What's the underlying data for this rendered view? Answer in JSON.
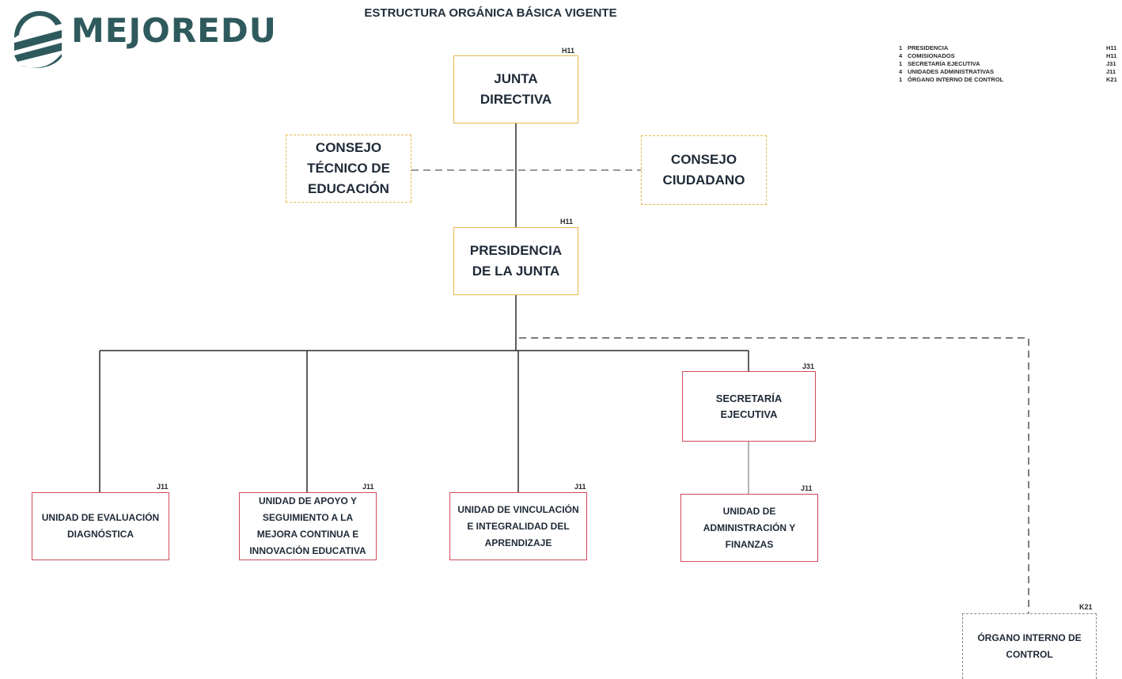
{
  "logo": {
    "word": "MEJOREDU",
    "subtitle": ""
  },
  "title": "ESTRUCTURA ORGÁNICA BÁSICA VIGENTE",
  "legend": [
    {
      "count": "1",
      "label": "PRESIDENCIA",
      "code": "H11"
    },
    {
      "count": "4",
      "label": "COMISIONADOS",
      "code": "H11"
    },
    {
      "count": "1",
      "label": "SECRETARÍA EJECUTIVA",
      "code": "J31"
    },
    {
      "count": "4",
      "label": "UNIDADES ADMINISTRATIVAS",
      "code": "J11"
    },
    {
      "count": "1",
      "label": "ÓRGANO INTERNO DE CONTROL",
      "code": "K21"
    }
  ],
  "nodes": {
    "junta": {
      "label": "JUNTA DIRECTIVA",
      "code": "H11"
    },
    "consejo_tecnico": {
      "label": "CONSEJO TÉCNICO DE EDUCACIÓN"
    },
    "consejo_ciudadano": {
      "label": "CONSEJO CIUDADANO"
    },
    "presidencia": {
      "label": "PRESIDENCIA DE LA JUNTA",
      "code": "H11"
    },
    "secretaria": {
      "label": "SECRETARÍA EJECUTIVA",
      "code": "J31"
    },
    "u_evaluacion": {
      "label": "UNIDAD DE EVALUACIÓN DIAGNÓSTICA",
      "code": "J11"
    },
    "u_apoyo": {
      "label": "UNIDAD DE APOYO Y SEGUIMIENTO A LA MEJORA CONTINUA E INNOVACIÓN EDUCATIVA",
      "code": "J11"
    },
    "u_vinculacion": {
      "label": "UNIDAD DE VINCULACIÓN E INTEGRALIDAD DEL APRENDIZAJE",
      "code": "J11"
    },
    "u_administracion": {
      "label": "UNIDAD DE ADMINISTRACIÓN Y FINANZAS",
      "code": "J11"
    },
    "oic": {
      "label": "ÓRGANO INTERNO DE CONTROL",
      "code": "K21"
    }
  },
  "colors": {
    "orange": "#e8b84c",
    "red": "#d24b5a",
    "logo_teal": "#2f5a5d",
    "line": "#2b2b2b"
  }
}
